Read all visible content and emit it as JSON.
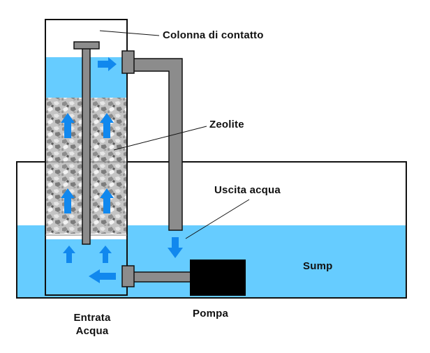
{
  "labels": {
    "contact_column": "Colonna di contatto",
    "zeolite": "Zeolite",
    "water_outlet": "Uscita acqua",
    "sump": "Sump",
    "pump": "Pompa",
    "water_inlet_line1": "Entrata",
    "water_inlet_line2": "Acqua"
  },
  "colors": {
    "water": "#66ccff",
    "arrow": "#1188ee",
    "pipe": "#888888",
    "outline": "#111111",
    "pump": "#000000",
    "zeolite_base": "#bdbdbd"
  }
}
